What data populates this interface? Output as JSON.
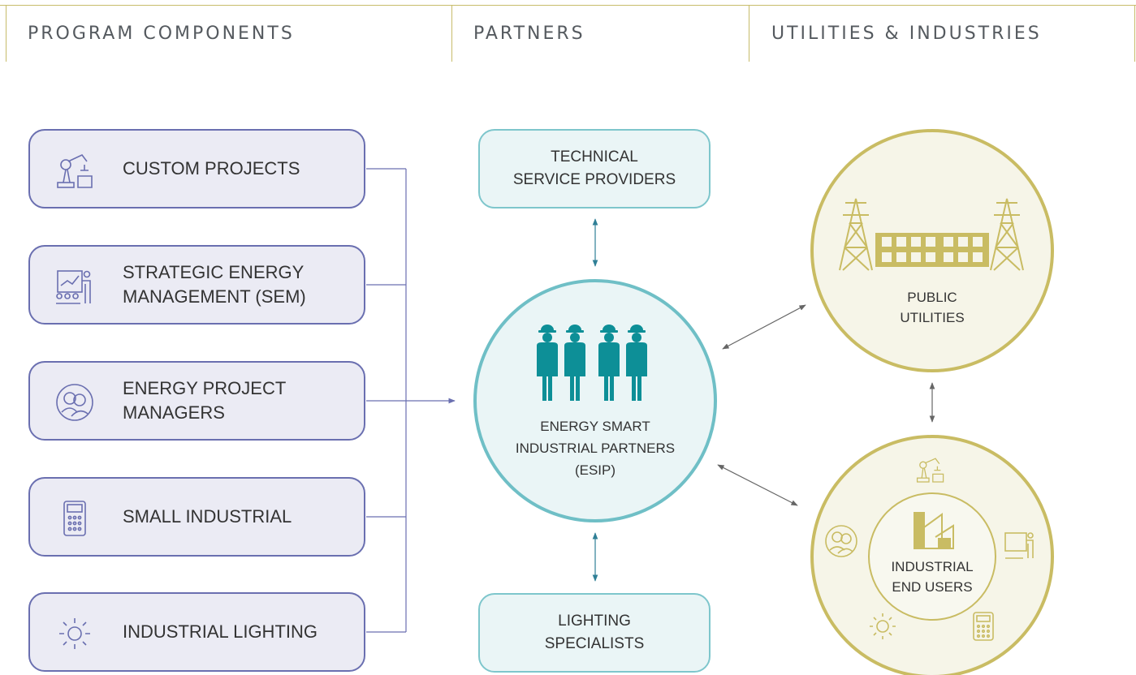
{
  "header": {
    "columns": [
      "PROGRAM COMPONENTS",
      "PARTNERS",
      "UTILITIES & INDUSTRIES"
    ]
  },
  "components": [
    {
      "lines": [
        "CUSTOM PROJECTS"
      ],
      "icon": "robot-arm-icon"
    },
    {
      "lines": [
        "STRATEGIC ENERGY",
        "MANAGEMENT (SEM)"
      ],
      "icon": "presentation-icon"
    },
    {
      "lines": [
        "ENERGY PROJECT",
        "MANAGERS"
      ],
      "icon": "people-icon"
    },
    {
      "lines": [
        "SMALL INDUSTRIAL"
      ],
      "icon": "calculator-icon"
    },
    {
      "lines": [
        "INDUSTRIAL LIGHTING"
      ],
      "icon": "sun-icon"
    }
  ],
  "partners": {
    "technical": [
      "TECHNICAL",
      "SERVICE PROVIDERS"
    ],
    "lighting": [
      "LIGHTING",
      "SPECIALISTS"
    ]
  },
  "esip": {
    "lines": [
      "ENERGY SMART",
      "INDUSTRIAL PARTNERS",
      "(ESIP)"
    ],
    "icon": "workers-icon"
  },
  "utilities": {
    "lines": [
      "PUBLIC",
      "UTILITIES"
    ],
    "icon": "power-grid-icon"
  },
  "end_users": {
    "lines": [
      "INDUSTRIAL",
      "END USERS"
    ],
    "icon": "factory-icon"
  },
  "colors": {
    "purple": "#6a6fb0",
    "teal": "#0d8f97",
    "gold": "#c9bc63",
    "header_rule": "#c7bc6a"
  }
}
